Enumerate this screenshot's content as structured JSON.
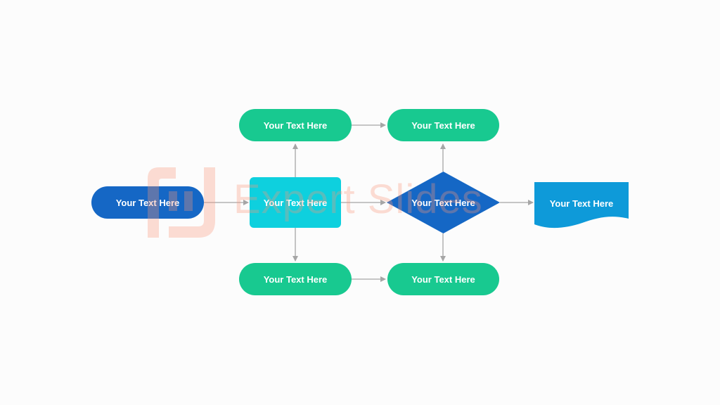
{
  "diagram": {
    "nodes": {
      "start": {
        "label": "Your Text Here",
        "shape": "terminator",
        "color": "#1567c5"
      },
      "process": {
        "label": "Your Text Here",
        "shape": "process",
        "color": "#0ed0de"
      },
      "top_left": {
        "label": "Your Text Here",
        "shape": "terminator",
        "color": "#18c990"
      },
      "top_right": {
        "label": "Your Text Here",
        "shape": "terminator",
        "color": "#18c990"
      },
      "decision": {
        "label": "Your Text Here",
        "shape": "decision",
        "color": "#1567c5"
      },
      "document": {
        "label": "Your Text Here",
        "shape": "document",
        "color": "#0e9ad9"
      },
      "bottom_left": {
        "label": "Your Text Here",
        "shape": "terminator",
        "color": "#18c990"
      },
      "bottom_right": {
        "label": "Your Text Here",
        "shape": "terminator",
        "color": "#18c990"
      }
    },
    "edges": [
      {
        "from": "start",
        "to": "process"
      },
      {
        "from": "process",
        "to": "top_left"
      },
      {
        "from": "process",
        "to": "bottom_left"
      },
      {
        "from": "process",
        "to": "decision"
      },
      {
        "from": "top_left",
        "to": "top_right"
      },
      {
        "from": "bottom_left",
        "to": "bottom_right"
      },
      {
        "from": "decision",
        "to": "top_right"
      },
      {
        "from": "decision",
        "to": "bottom_right"
      },
      {
        "from": "decision",
        "to": "document"
      }
    ],
    "connector_color": "#a6a6a6"
  },
  "watermark": {
    "text": "Expert Slides",
    "color": "#f89678"
  }
}
